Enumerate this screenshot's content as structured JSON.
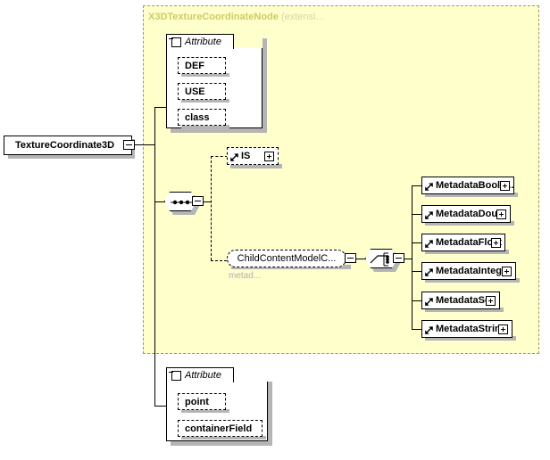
{
  "diagram": {
    "type": "xml-schema-element-diagram",
    "root_element": {
      "name": "TextureCoordinate3D",
      "toggle": "minus"
    },
    "extension_group": {
      "base_type": "X3DTextureCoordinateNode",
      "suffix": "(extensi...",
      "fill_color": "#ffffcc",
      "border_color": "#999966",
      "label_color": "#cccc66"
    },
    "inherited_attribute_group": {
      "tab_label": "Attribute",
      "toggle": "minus",
      "items": [
        {
          "name": "DEF"
        },
        {
          "name": "USE"
        },
        {
          "name": "class"
        }
      ]
    },
    "own_attribute_group": {
      "tab_label": "Attribute",
      "toggle": "minus",
      "items": [
        {
          "name": "point"
        },
        {
          "name": "containerField"
        }
      ]
    },
    "sequence_compositor": {
      "kind": "sequence",
      "toggle": "minus"
    },
    "choice_compositor": {
      "kind": "choice",
      "toggle": "minus"
    },
    "is_element": {
      "name": "IS",
      "toggle": "plus",
      "is_reference": true,
      "optional": true
    },
    "child_content_model": {
      "name": "ChildContentModelC...",
      "toggle": "minus",
      "caption": "metad...",
      "optional": true
    },
    "metadata_elements": [
      {
        "name": "MetadataBoole...",
        "toggle": "plus",
        "is_reference": true
      },
      {
        "name": "MetadataDou...",
        "toggle": "plus",
        "is_reference": true
      },
      {
        "name": "MetadataFloat",
        "toggle": "plus",
        "is_reference": true
      },
      {
        "name": "MetadataInteger",
        "toggle": "plus",
        "is_reference": true
      },
      {
        "name": "MetadataSet",
        "toggle": "plus",
        "is_reference": true
      },
      {
        "name": "MetadataString",
        "toggle": "plus",
        "is_reference": true
      }
    ]
  }
}
